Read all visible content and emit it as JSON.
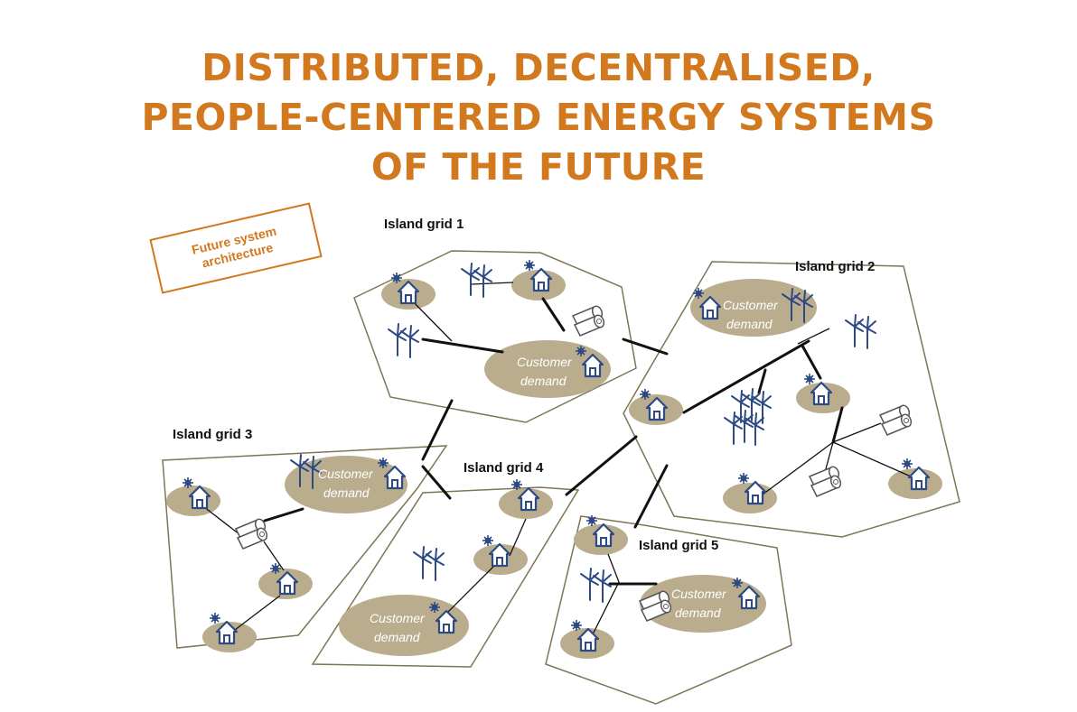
{
  "title": {
    "line1": "DISTRIBUTED, DECENTRALISED,",
    "line2": "PEOPLE-CENTERED ENERGY SYSTEMS",
    "line3": "OF THE FUTURE"
  },
  "badge": {
    "line1": "Future system",
    "line2": "architecture"
  },
  "islands": {
    "g1": "Island grid 1",
    "g2": "Island grid 2",
    "g3": "Island grid 3",
    "g4": "Island grid 4",
    "g5": "Island grid 5"
  },
  "demand": {
    "line1": "Customer",
    "line2": "demand"
  },
  "colors": {
    "title": "#d2781e",
    "node": "#b9ad8e",
    "icon": "#2d4a85",
    "border": "#7d7556"
  }
}
